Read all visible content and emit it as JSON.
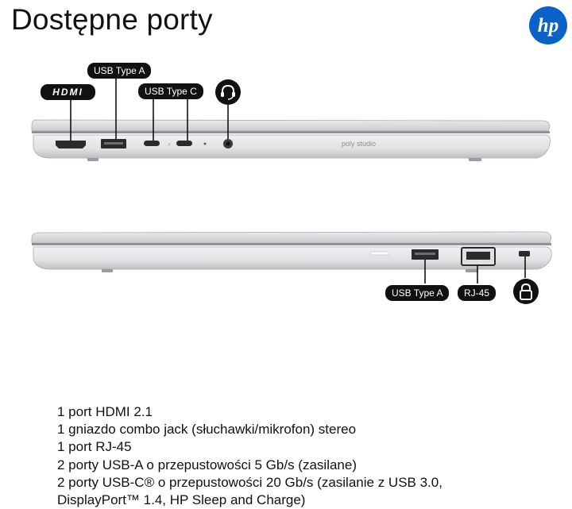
{
  "page": {
    "title": "Dostępne porty"
  },
  "brand": {
    "logo_text": "hp",
    "color": "#0a62c8"
  },
  "port_labels": {
    "hdmi": "HDMI",
    "usb_a_left": "USB Type A",
    "usb_c": "USB Type C",
    "usb_a_right": "USB Type A",
    "rj45": "RJ-45",
    "headset_icon": "headset-icon",
    "lock_icon": "lock-icon"
  },
  "laptop": {
    "speaker_brand": "poly studio"
  },
  "specs": [
    "1 port HDMI 2.1",
    "1 gniazdo combo jack (słuchawki/mikrofon) stereo",
    "1 port RJ-45",
    "2 porty USB-A o przepustowości 5 Gb/s (zasilane)",
    "2 porty USB-C® o przepustowości 20 Gb/s (zasilanie z USB 3.0,",
    "DisplayPort™ 1.4, HP Sleep and Charge)"
  ]
}
